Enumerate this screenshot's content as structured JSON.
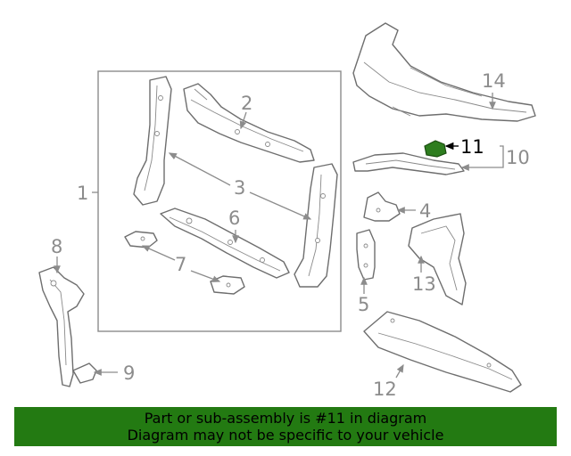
{
  "callouts": {
    "n1": "1",
    "n2": "2",
    "n3": "3",
    "n4": "4",
    "n5": "5",
    "n6": "6",
    "n7": "7",
    "n8": "8",
    "n9": "9",
    "n10": "10",
    "n11": "11",
    "n12": "12",
    "n13": "13",
    "n14": "14"
  },
  "highlight": {
    "part_number": "11",
    "color": "#2e7d1f"
  },
  "banner": {
    "line1": "Part or sub-assembly is #11 in diagram",
    "line2": "Diagram may not be specific to your vehicle",
    "background": "#237a12"
  }
}
